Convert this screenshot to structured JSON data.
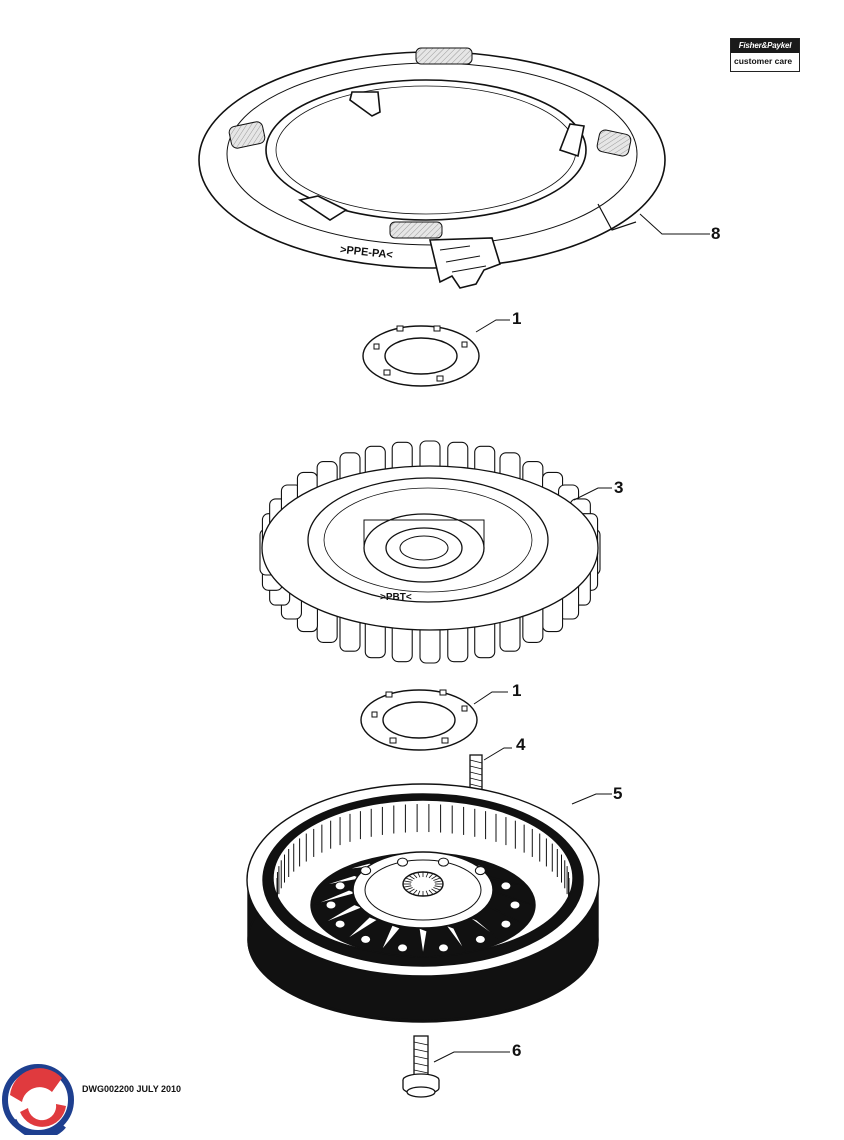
{
  "brand": {
    "name": "Fisher&Paykel",
    "tagline": "customer care"
  },
  "drawing_code": "DWG002200 JULY 2010",
  "ring_stamp": ">PPE-PA<",
  "stator_stamp": ">PBT<",
  "callouts": [
    "8",
    "1",
    "3",
    "1",
    "4",
    "5",
    "6"
  ],
  "colors": {
    "ink": "#111111",
    "logo_red": "#e03a3e",
    "logo_blue": "#1e3f8f",
    "hatch": "#bcbcbc"
  }
}
